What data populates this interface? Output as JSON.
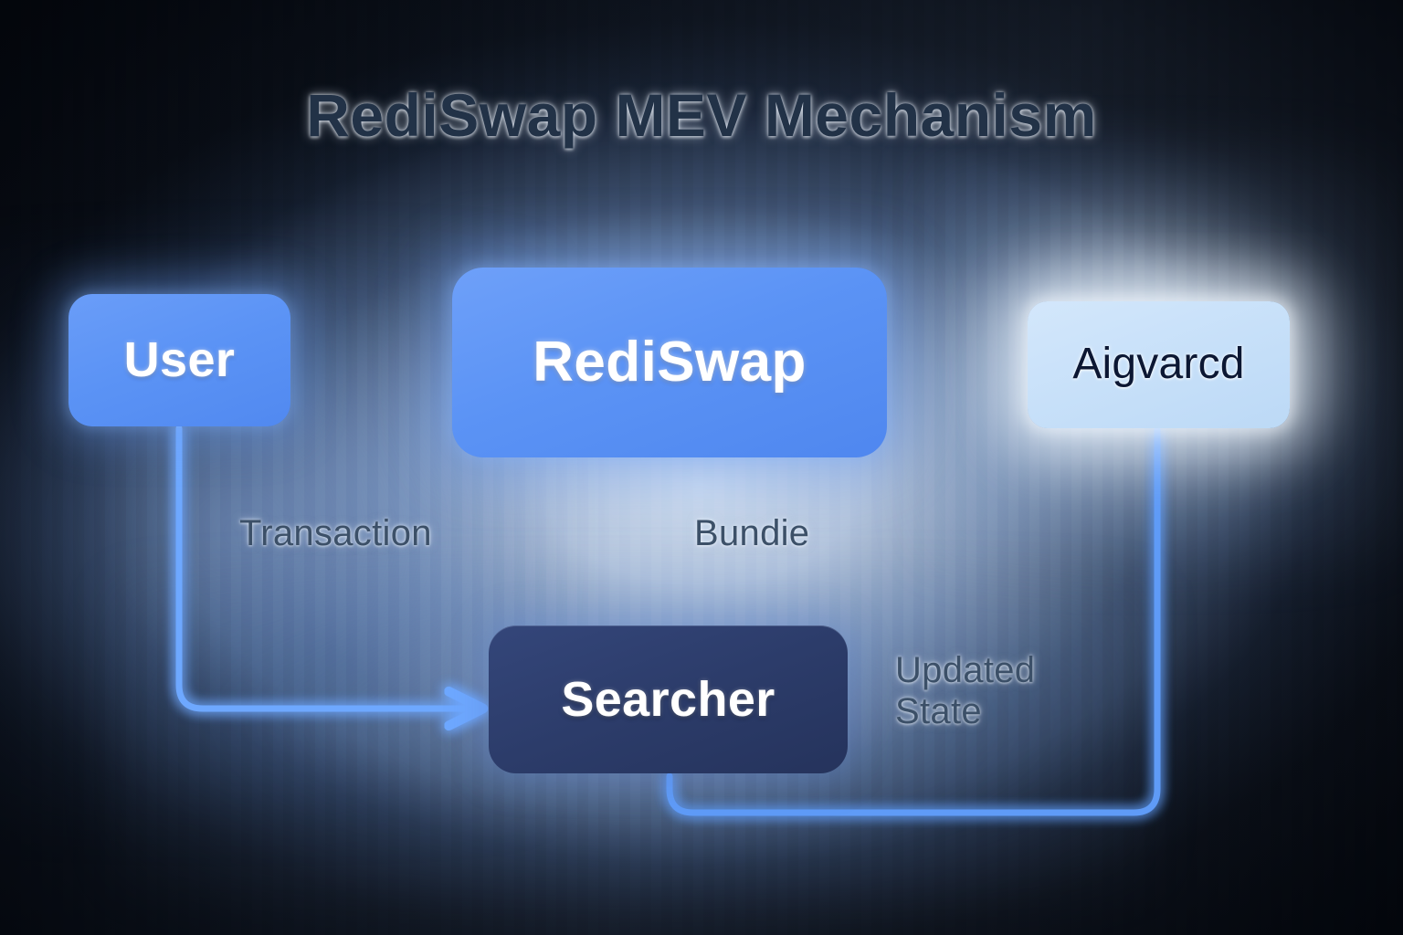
{
  "diagram": {
    "title": "RediSwap MEV Mechanism",
    "type": "flowchart",
    "nodes": [
      {
        "id": "user",
        "label": "User",
        "role": "actor",
        "fill": "#5b93f5",
        "text_color": "#ffffff"
      },
      {
        "id": "rediswap",
        "label": "RediSwap",
        "role": "protocol",
        "fill": "#5b93f5",
        "text_color": "#ffffff"
      },
      {
        "id": "aigvarcd",
        "label": "Aigvarcd",
        "role": "external",
        "fill": "#c7e0f9",
        "text_color": "#0c1733"
      },
      {
        "id": "searcher",
        "label": "Searcher",
        "role": "agent",
        "fill": "#2c3c6a",
        "text_color": "#ffffff"
      }
    ],
    "edges": [
      {
        "id": "user-to-rediswap",
        "from": "user",
        "to": "rediswap",
        "label": "",
        "arrow": true
      },
      {
        "id": "rediswap-to-aigvarcd",
        "from": "rediswap",
        "to": "aigvarcd",
        "label": "",
        "arrow": true
      },
      {
        "id": "user-to-searcher",
        "from": "user",
        "to": "searcher",
        "label": "Transaction",
        "arrow": true
      },
      {
        "id": "rediswap-to-searcher",
        "from": "rediswap",
        "to": "searcher",
        "label": "Bundie",
        "arrow": true
      },
      {
        "id": "aigvarcd-to-searcher",
        "from": "aigvarcd",
        "to": "searcher",
        "label": "Updated\nState",
        "arrow": false
      }
    ],
    "labels": {
      "transaction": "Transaction",
      "bundle": "Bundie",
      "updated_state": "Updated\nState"
    },
    "colors": {
      "accent_blue": "#5b93f5",
      "arrow_blue": "#4f8bf2",
      "glow_blue": "#6ea8ff",
      "light_blue": "#c7e0f9",
      "dark_navy": "#2c3c6a",
      "title_text": "#223247",
      "caption_text": "#3c5068",
      "background_dark": "#0d1220"
    }
  }
}
